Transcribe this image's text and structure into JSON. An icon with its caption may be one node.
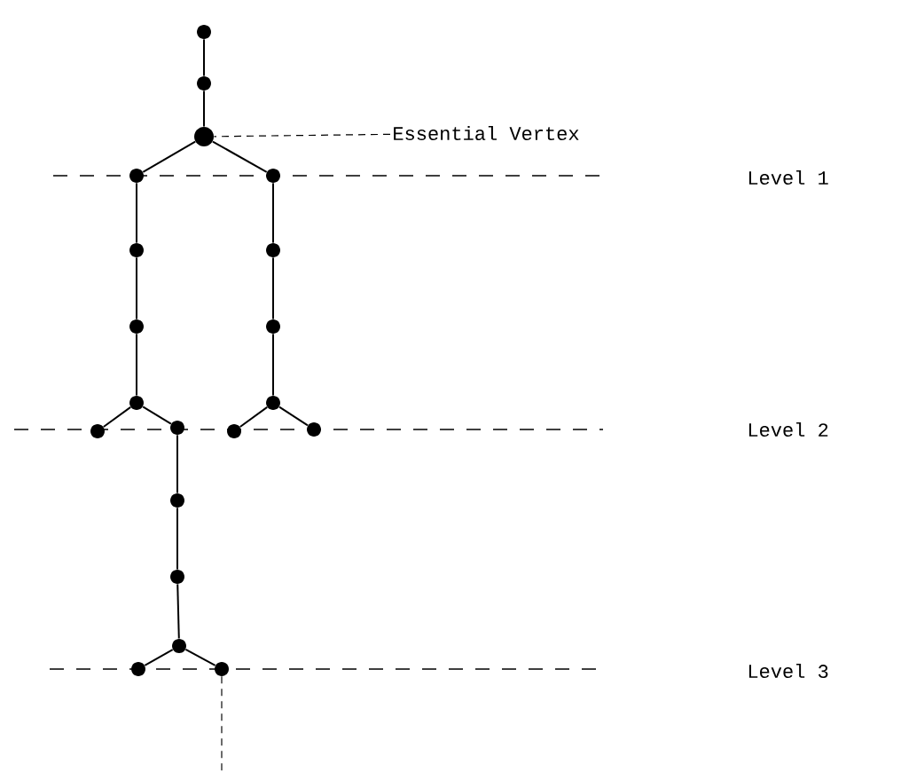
{
  "diagram": {
    "nodes": [
      {
        "text": [],
        "shape": "circle"
      },
      {
        "text": [],
        "shape": "circle"
      },
      {
        "text": [],
        "shape": "circle"
      },
      {
        "text": [],
        "shape": "circle"
      },
      {
        "text": [],
        "shape": "circle"
      },
      {
        "text": [],
        "shape": "circle"
      },
      {
        "text": [],
        "shape": "circle"
      },
      {
        "text": [],
        "shape": "circle"
      },
      {
        "text": [],
        "shape": "circle"
      },
      {
        "text": [],
        "shape": "circle"
      },
      {
        "text": [],
        "shape": "circle"
      },
      {
        "text": [],
        "shape": "circle"
      },
      {
        "text": [],
        "shape": "circle"
      },
      {
        "text": [],
        "shape": "circle"
      },
      {
        "text": [],
        "shape": "circle"
      },
      {
        "text": [],
        "shape": "circle"
      },
      {
        "text": [],
        "shape": "circle"
      },
      {
        "text": [],
        "shape": "circle"
      },
      {
        "text": [],
        "shape": "circle"
      },
      {
        "text": [],
        "shape": "circle"
      },
      {
        "text": [
          "Essential Vertex"
        ]
      }
    ],
    "edges": [
      {
        "from": 0,
        "to": 1,
        "arrow": "none"
      },
      {
        "from": 1,
        "to": 2,
        "arrow": "none"
      },
      {
        "from": 2,
        "to": 3,
        "arrow": "none"
      },
      {
        "from": 2,
        "to": 4,
        "arrow": "none"
      },
      {
        "from": 3,
        "to": 5,
        "arrow": "none"
      },
      {
        "from": 5,
        "to": 6,
        "arrow": "none"
      },
      {
        "from": 6,
        "to": 7,
        "arrow": "none"
      },
      {
        "from": 7,
        "to": 11,
        "arrow": "none"
      },
      {
        "from": 7,
        "to": 12,
        "arrow": "none"
      },
      {
        "from": 4,
        "to": 8,
        "arrow": "none"
      },
      {
        "from": 8,
        "to": 9,
        "arrow": "none"
      },
      {
        "from": 9,
        "to": 10,
        "arrow": "none"
      },
      {
        "from": 10,
        "to": 13,
        "arrow": "none"
      },
      {
        "from": 10,
        "to": 14,
        "arrow": "none"
      },
      {
        "from": 12,
        "to": 15,
        "arrow": "none"
      },
      {
        "from": 15,
        "to": 16,
        "arrow": "none"
      },
      {
        "from": 16,
        "to": 17,
        "arrow": "none"
      },
      {
        "from": 17,
        "to": 18,
        "arrow": "none"
      },
      {
        "from": 17,
        "to": 19,
        "arrow": "none"
      },
      {
        "from": 19,
        "to": null,
        "arrow": "none",
        "style": "dashed"
      },
      {
        "from": 20,
        "to": 2,
        "arrow": "none",
        "style": "dashed"
      }
    ],
    "labels": [
      "Level 1",
      "Level 2",
      "Level 3"
    ]
  }
}
